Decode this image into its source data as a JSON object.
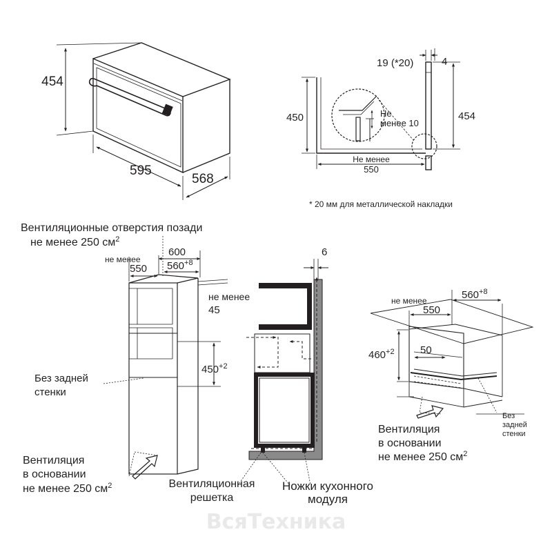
{
  "oven": {
    "height": "454",
    "width": "595",
    "depth": "568"
  },
  "section": {
    "dim_top_a": "19 (*20)",
    "dim_top_b": "4",
    "height_left": "450",
    "height_right": "454",
    "detail_line1": "Не",
    "detail_line2": "менее 10",
    "bottom_line1": "Не менее",
    "bottom_line2": "550",
    "footnote": "* 20 мм для металлической накладки"
  },
  "tall": {
    "vent_back_line1": "Вентиляционные отверстия позади",
    "vent_back_line2_main": "не менее 250 см",
    "vent_back_line2_sup": "2",
    "min_label": "не менее",
    "d600": "600",
    "d550": "550",
    "d560_main": "560",
    "d560_sup": "+8",
    "min45_line1": "не менее",
    "min45_line2": "45",
    "d450_main": "450",
    "d450_sup": "+2",
    "no_back_line1": "Без задней",
    "no_back_line2": "стенки",
    "vent_base_line1": "Вентиляция",
    "vent_base_line2": "в основании",
    "vent_base_line3_main": "не менее 250 см",
    "vent_base_line3_sup": "2"
  },
  "airflow": {
    "d6": "6",
    "grille_line1": "Вентиляционная",
    "grille_line2": "решетка",
    "legs_line1": "Ножки кухонного",
    "legs_line2": "модуля"
  },
  "under": {
    "min_label": "не менее",
    "d550": "550",
    "d560_main": "560",
    "d560_sup": "+8",
    "d460_main": "460",
    "d460_sup": "+2",
    "d50": "50",
    "no_back_line1": "Без",
    "no_back_line2": "задней",
    "no_back_line3": "стенки",
    "vent_line1": "Вентиляция",
    "vent_line2": "в основании",
    "vent_line3_main": "не менее 250 см",
    "vent_line3_sup": "2"
  },
  "watermark": "ВсяТехника",
  "colors": {
    "ink": "#231f20",
    "watermark": "#e9e9e9"
  }
}
